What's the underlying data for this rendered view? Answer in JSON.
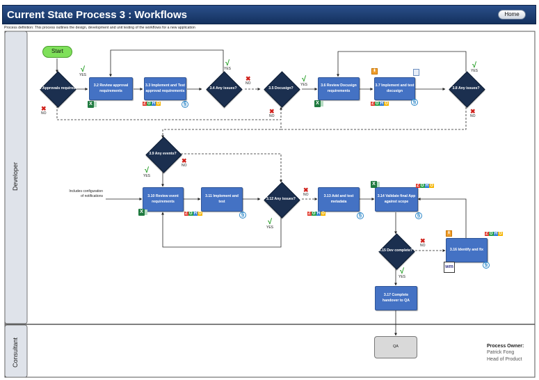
{
  "header": {
    "title": "Current State Process 3 : Workflows",
    "home_label": "Home"
  },
  "process_definition": "Process definition: This process outlines the design, development and unit testing of the workflows for a new application",
  "lanes": {
    "developer": "Developer",
    "consultant": "Consultant"
  },
  "nodes": {
    "start": "Start",
    "n3_1": "3.1 Approvals required?",
    "n3_2": "3.2 Review approval requirements",
    "n3_3": "3.3 Implement and Test approval requirements",
    "n3_4": "3.4 Any issues?",
    "n3_5": "3.5 Docusign?",
    "n3_6": "3.6 Review Docusign requirements",
    "n3_7": "3.7 Implement and test docusign",
    "n3_8": "3.8 Any issues?",
    "n3_9": "3.9 Any events?",
    "n3_10": "3.10 Review event requirements",
    "n3_11": "3.11 Implement and test",
    "n3_12": "3.12 Any issues?",
    "n3_13": "3.13 Add and test metadata",
    "n3_14": "3.14 Validate final App against scope",
    "n3_15": "3.15 Dev complete?",
    "n3_16": "3.16 Identify and fix",
    "n3_17": "3.17 Complete handover to QA",
    "qa": "QA"
  },
  "labels": {
    "yes": "YES",
    "no": "NO"
  },
  "annotation": "Includes configuration of notifications",
  "owner": {
    "heading": "Process Owner:",
    "name": "Patrick Fong",
    "role": "Head of Product"
  },
  "icons": {
    "excel": "excel-icon",
    "zoho": "zoho-icon",
    "swirl": "swirl-icon",
    "download": "download-icon",
    "document": "document-icon",
    "workflow": "workflow-logo-icon",
    "zoho_letters": [
      "Z",
      "O",
      "H",
      "O"
    ]
  },
  "colors": {
    "header": "#1f3f73",
    "process": "#4472c4",
    "decision": "#1b2f4f",
    "start": "#7fe05a",
    "yes": "#2aa02a",
    "no": "#d0201a"
  }
}
